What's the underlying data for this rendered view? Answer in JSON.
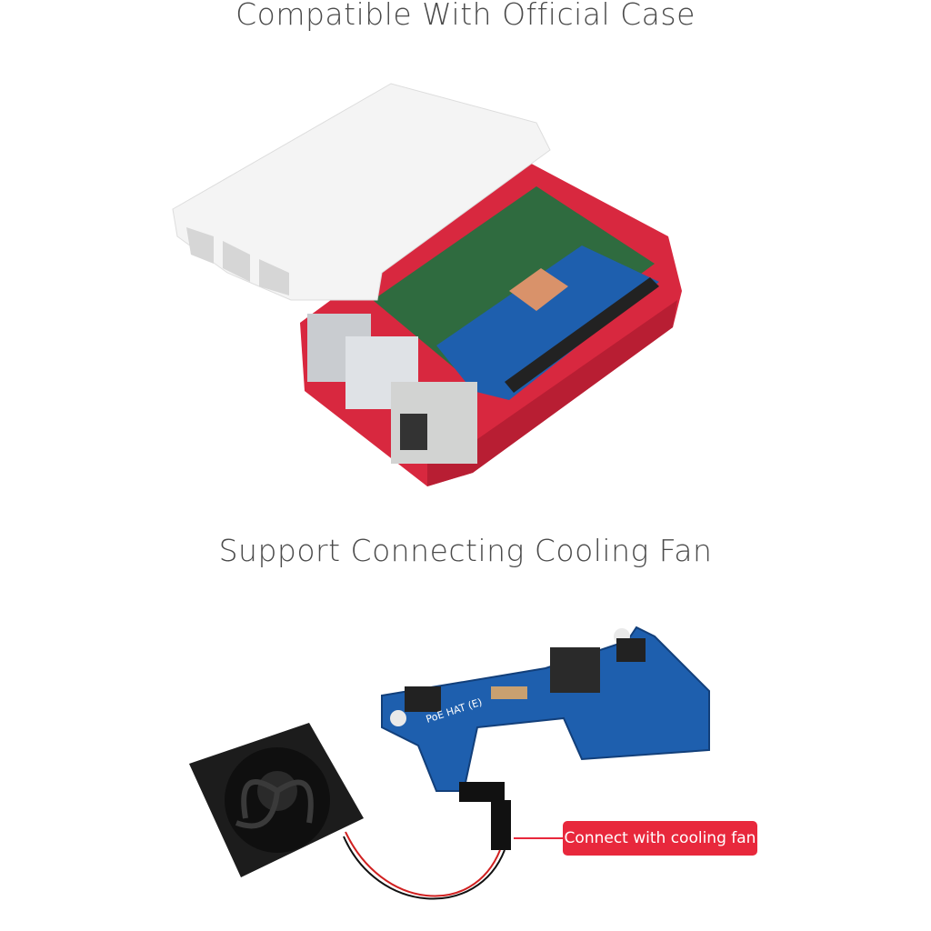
{
  "sections": [
    {
      "title": "Compatible With Official Case"
    },
    {
      "title": "Support Connecting Cooling Fan"
    }
  ],
  "callout": {
    "label": "Connect with cooling fan",
    "color": "#e8283c"
  },
  "board": {
    "silkscreen": "PoE HAT (E)"
  },
  "colors": {
    "case_red": "#d8283f",
    "case_white": "#f4f4f4",
    "pcb_blue": "#1e5fae",
    "pcb_green": "#2f6b3f"
  }
}
